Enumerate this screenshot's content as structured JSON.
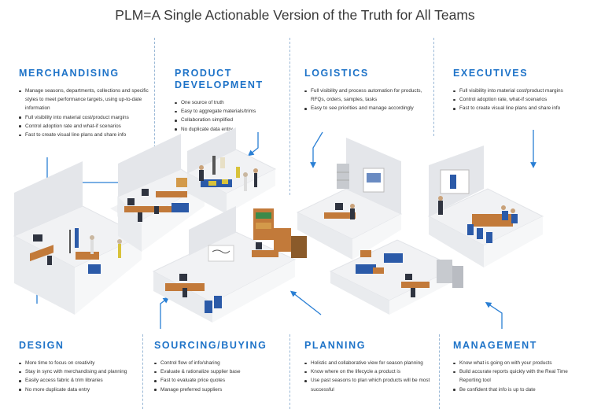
{
  "title": "PLM=A Single Actionable Version of the Truth for All Teams",
  "colors": {
    "accent": "#1e73c8",
    "arrow": "#2a7fd4",
    "floor": "#f1f2f4",
    "wall": "#e4e6ea",
    "desk": "#c27a3a",
    "chair": "#2b5aa8"
  },
  "top_sections": [
    {
      "id": "merchandising",
      "heading": [
        "MERCHANDISING"
      ],
      "bullets": [
        "Manage seasons, departments, collections and specific styles to meet performance targets, using up-to-date information",
        "Full visibility into material cost/product margins",
        "Control adoption rate and what-if scenarios",
        "Fast to create visual line plans and share info"
      ]
    },
    {
      "id": "product-development",
      "heading": [
        "PRODUCT",
        "DEVELOPMENT"
      ],
      "bullets": [
        "One source of truth",
        "Easy to aggregate materials/trims",
        "Collaboration simplified",
        "No duplicate data entry"
      ]
    },
    {
      "id": "logistics",
      "heading": [
        "LOGISTICS"
      ],
      "bullets": [
        "Full visibility and process automation for products, RFQs, orders, samples, tasks",
        "Easy to see priorities and manage accordingly"
      ]
    },
    {
      "id": "executives",
      "heading": [
        "EXECUTIVES"
      ],
      "bullets": [
        "Full visibility into material cost/product margins",
        "Control adoption rate, what-if scenarios",
        "Fast to create visual line plans and share info"
      ]
    }
  ],
  "bottom_sections": [
    {
      "id": "design",
      "heading": [
        "DESIGN"
      ],
      "bullets": [
        "More time to focus on creativity",
        "Stay in sync with merchandising and planning",
        "Easily access fabric & trim libraries",
        "No more duplicate data entry"
      ]
    },
    {
      "id": "sourcing-buying",
      "heading": [
        "SOURCING/BUYING"
      ],
      "bullets": [
        "Control flow of info/sharing",
        "Evaluate & rationalize supplier base",
        "Fast to evaluate price quotes",
        "Manage preferred suppliers"
      ]
    },
    {
      "id": "planning",
      "heading": [
        "PLANNING"
      ],
      "bullets": [
        "Holistic and collaborative view for season planning",
        "Know where on the lifecycle a product is",
        "Use past seasons to plan which products will be most successful"
      ]
    },
    {
      "id": "management",
      "heading": [
        "MANAGEMENT"
      ],
      "bullets": [
        "Know what is going on with your products",
        "Build accurate reports quickly with the Real Time Reporting tool",
        "Be confident that info is up to date"
      ]
    }
  ]
}
